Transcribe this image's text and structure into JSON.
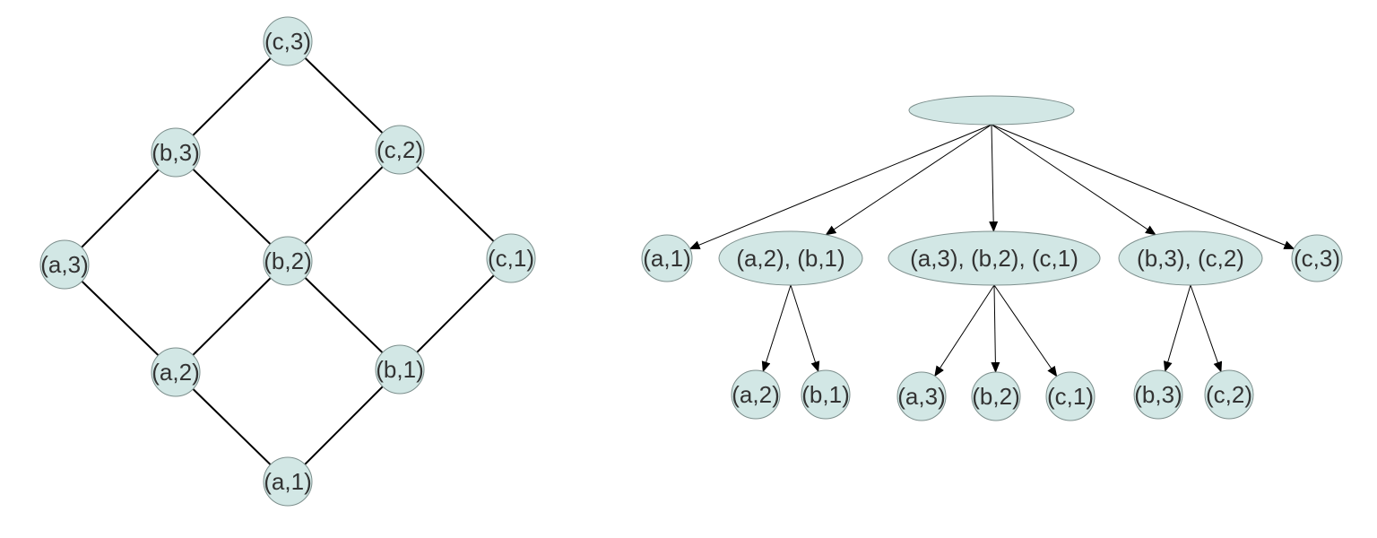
{
  "colors": {
    "node_fill": "#d2e7e5",
    "node_stroke": "#7d8f8d",
    "edge": "#000000",
    "text": "#333333"
  },
  "lattice": {
    "nodes": [
      {
        "id": "c3",
        "label": "(c,3)"
      },
      {
        "id": "b3",
        "label": "(b,3)"
      },
      {
        "id": "c2",
        "label": "(c,2)"
      },
      {
        "id": "a3",
        "label": "(a,3)"
      },
      {
        "id": "b2",
        "label": "(b,2)"
      },
      {
        "id": "c1",
        "label": "(c,1)"
      },
      {
        "id": "a2",
        "label": "(a,2)"
      },
      {
        "id": "b1",
        "label": "(b,1)"
      },
      {
        "id": "a1",
        "label": "(a,1)"
      }
    ],
    "edges": [
      [
        "c3",
        "b3"
      ],
      [
        "c3",
        "c2"
      ],
      [
        "b3",
        "a3"
      ],
      [
        "b3",
        "b2"
      ],
      [
        "c2",
        "b2"
      ],
      [
        "c2",
        "c1"
      ],
      [
        "a3",
        "a2"
      ],
      [
        "b2",
        "a2"
      ],
      [
        "b2",
        "b1"
      ],
      [
        "c1",
        "b1"
      ],
      [
        "a2",
        "a1"
      ],
      [
        "b1",
        "a1"
      ]
    ]
  },
  "tree": {
    "root": {
      "id": "root",
      "label": ""
    },
    "groups": [
      {
        "id": "g_a1",
        "label": "(a,1)"
      },
      {
        "id": "g_a2b1",
        "label": "(a,2), (b,1)"
      },
      {
        "id": "g_a3b2c1",
        "label": "(a,3), (b,2), (c,1)"
      },
      {
        "id": "g_b3c2",
        "label": "(b,3), (c,2)"
      },
      {
        "id": "g_c3",
        "label": "(c,3)"
      }
    ],
    "leaves": [
      {
        "id": "l_a2",
        "parent": "g_a2b1",
        "label": "(a,2)"
      },
      {
        "id": "l_b1",
        "parent": "g_a2b1",
        "label": "(b,1)"
      },
      {
        "id": "l_a3",
        "parent": "g_a3b2c1",
        "label": "(a,3)"
      },
      {
        "id": "l_b2",
        "parent": "g_a3b2c1",
        "label": "(b,2)"
      },
      {
        "id": "l_c1",
        "parent": "g_a3b2c1",
        "label": "(c,1)"
      },
      {
        "id": "l_b3",
        "parent": "g_b3c2",
        "label": "(b,3)"
      },
      {
        "id": "l_c2",
        "parent": "g_b3c2",
        "label": "(c,2)"
      }
    ]
  }
}
